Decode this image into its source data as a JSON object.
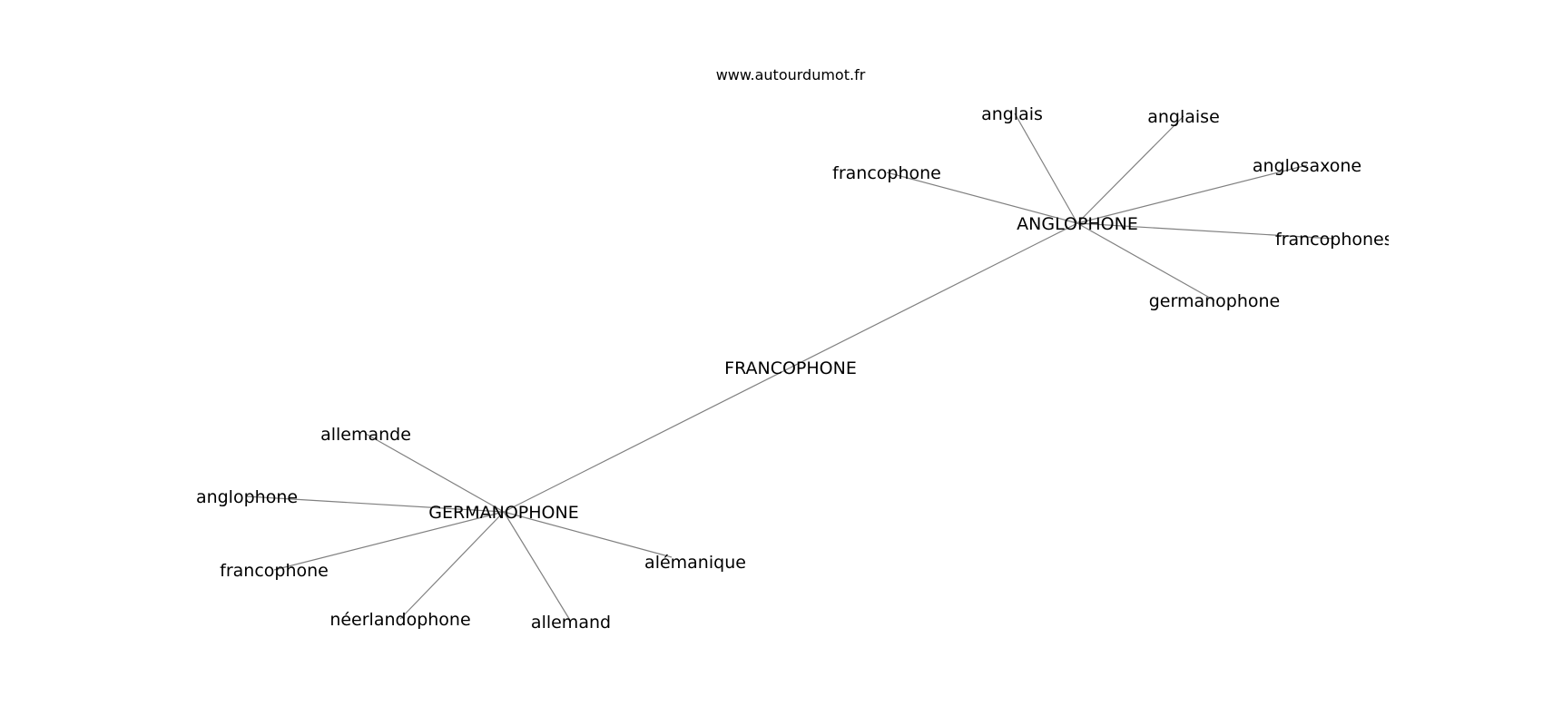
{
  "site": "www.autourdumot.fr",
  "nodes": [
    {
      "id": "francophone_center",
      "label": "FRANCOPHONE"
    },
    {
      "id": "anglophone_hub",
      "label": "ANGLOPHONE"
    },
    {
      "id": "germanophone_hub",
      "label": "GERMANOPHONE"
    },
    {
      "id": "anglais",
      "label": "anglais"
    },
    {
      "id": "anglaise",
      "label": "anglaise"
    },
    {
      "id": "anglosaxone",
      "label": "anglosaxone"
    },
    {
      "id": "francophone_a",
      "label": "francophone"
    },
    {
      "id": "francophones",
      "label": "francophones"
    },
    {
      "id": "germanophone",
      "label": "germanophone"
    },
    {
      "id": "allemande",
      "label": "allemande"
    },
    {
      "id": "anglophone",
      "label": "anglophone"
    },
    {
      "id": "francophone_g",
      "label": "francophone"
    },
    {
      "id": "neerlandophone",
      "label": "néerlandophone"
    },
    {
      "id": "allemand",
      "label": "allemand"
    },
    {
      "id": "alemanique",
      "label": "alémanique"
    }
  ],
  "edges": [
    [
      "anglophone_hub",
      "germanophone_hub"
    ],
    [
      "anglophone_hub",
      "anglais"
    ],
    [
      "anglophone_hub",
      "anglaise"
    ],
    [
      "anglophone_hub",
      "anglosaxone"
    ],
    [
      "anglophone_hub",
      "francophone_a"
    ],
    [
      "anglophone_hub",
      "francophones"
    ],
    [
      "anglophone_hub",
      "germanophone"
    ],
    [
      "germanophone_hub",
      "allemande"
    ],
    [
      "germanophone_hub",
      "anglophone"
    ],
    [
      "germanophone_hub",
      "francophone_g"
    ],
    [
      "germanophone_hub",
      "neerlandophone"
    ],
    [
      "germanophone_hub",
      "allemand"
    ],
    [
      "germanophone_hub",
      "alemanique"
    ]
  ]
}
